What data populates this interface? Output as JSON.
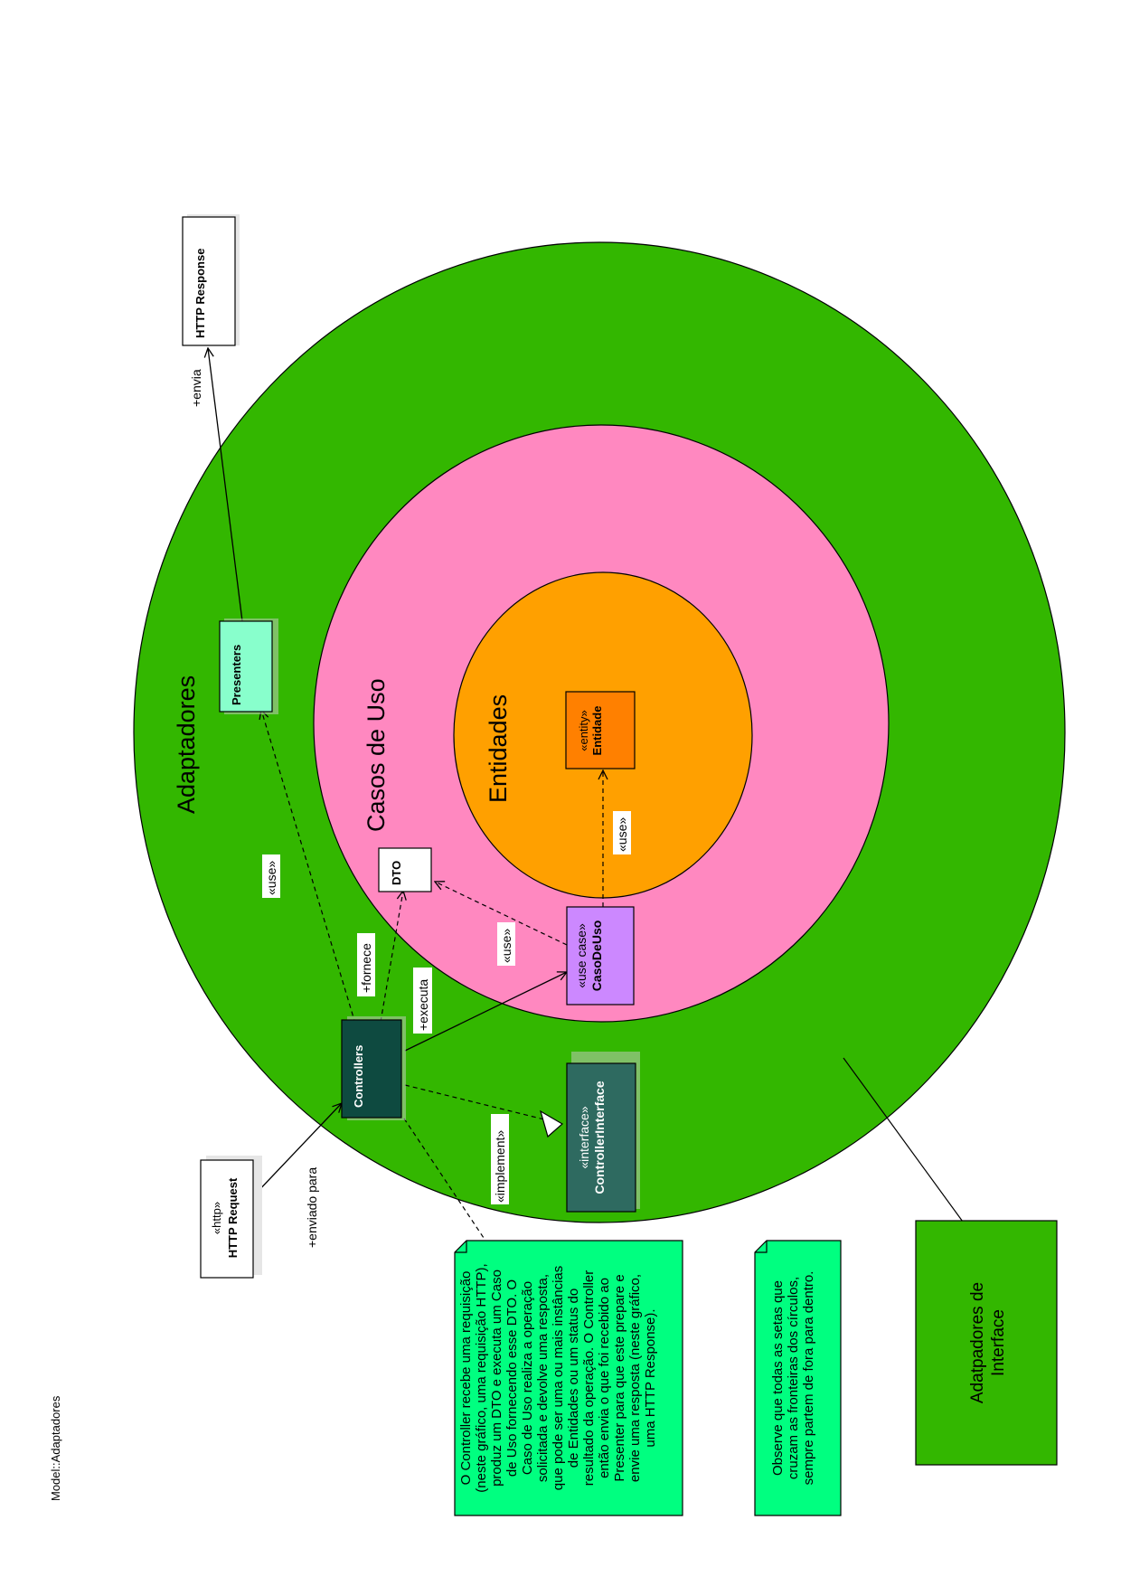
{
  "model_label": "Model::Adaptadores",
  "layers": {
    "adapters": "Adaptadores",
    "use_cases": "Casos de Uso",
    "entities": "Entidades"
  },
  "classes": {
    "http_response": {
      "name": "HTTP Response"
    },
    "http_request": {
      "stereotype": "«http»",
      "name": "HTTP Request"
    },
    "presenters": {
      "name": "Presenters"
    },
    "controllers": {
      "name": "Controllers"
    },
    "dto": {
      "name": "DTO"
    },
    "caso_de_uso": {
      "stereotype": "«use case»",
      "name": "CasoDeUso"
    },
    "entidade": {
      "stereotype": "«entity»",
      "name": "Entidade"
    },
    "controller_interface": {
      "stereotype": "«interface»",
      "name": "ControllerInterface"
    }
  },
  "relations": {
    "envia": "+envia",
    "enviado_para": "+enviado para",
    "use_presenters": "«use»",
    "fornece": "+fornece",
    "executa": "+executa",
    "use_dto": "«use»",
    "use_entidade": "«use»",
    "implement": "«implement»"
  },
  "notes": {
    "controller_note": [
      "O Controller recebe uma requisição",
      "(neste gráfico, uma requisição HTTP),",
      "produz um DTO e executa um Caso",
      "de Uso fornecendo esse DTO. O",
      "Caso de Uso realiza a operação",
      "solicitada e devolve uma resposta,",
      "que pode ser uma ou mais instâncias",
      "de Entidades ou um status do",
      "resultado da operação. O Controller",
      "então envia o que foi recebido ao",
      "Presenter para que este prepare e",
      "envie uma resposta (neste gráfico,",
      "uma HTTP Response)."
    ],
    "arrows_note": [
      "Observe que todas as setas que",
      "cruzam as fronteiras dos círculos,",
      "sempre partem de fora para dentro."
    ]
  },
  "legend": {
    "lines": [
      "Adatpadores de",
      "Interface"
    ]
  },
  "colors": {
    "adapters": "#33b700",
    "use_cases": "#ff88c0",
    "entities": "#ffa000",
    "entity_box": "#ff8000",
    "use_case_box": "#cc88ff",
    "controllers": "#0e4a40",
    "controller_interface": "#2e6a60",
    "presenters": "#88ffcc",
    "notes": "#00ff80"
  }
}
